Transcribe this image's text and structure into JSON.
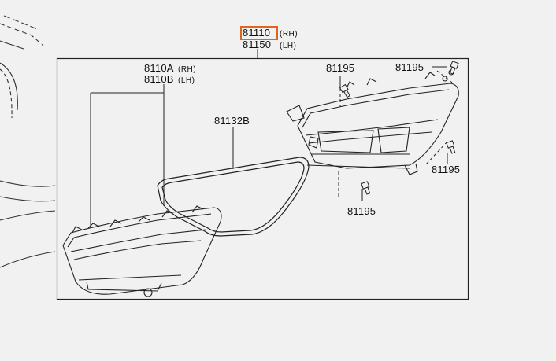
{
  "header": {
    "part_rh": "81110",
    "suffix_rh": "(RH)",
    "part_lh": "81150",
    "suffix_lh": "(LH)"
  },
  "callouts": {
    "lens_rh": "8110A",
    "lens_rh_suffix": "(RH)",
    "lens_lh": "8110B",
    "lens_lh_suffix": "(LH)",
    "gasket": "81132B",
    "screw_a": "81195",
    "screw_b": "81195",
    "screw_c": "81195",
    "screw_d": "81195"
  },
  "colors": {
    "highlight": "#e0651e",
    "line": "#222222",
    "background": "#f1f1f1"
  }
}
